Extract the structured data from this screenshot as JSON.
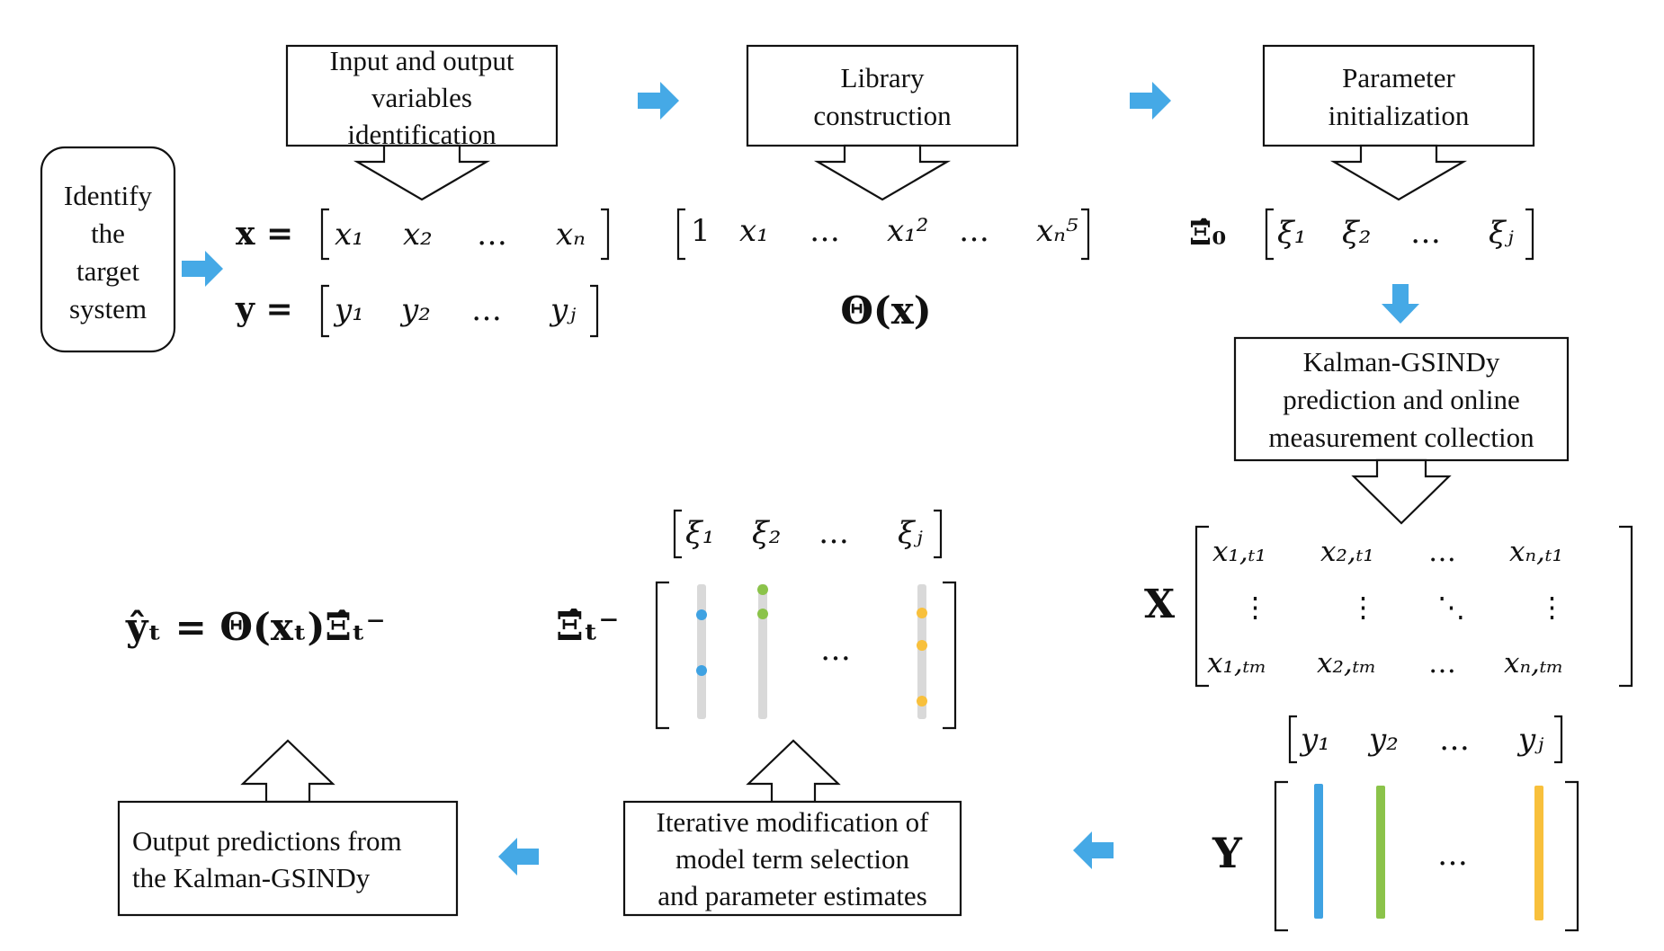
{
  "colors": {
    "arrow_blue": "#45a9e6",
    "series_blue": "#3fa2e2",
    "series_green": "#8bc34a",
    "series_yellow": "#f8c03c",
    "bar_gray": "#d9d9d9"
  },
  "boxes": {
    "identify": [
      "Identify",
      "the",
      "target",
      "system"
    ],
    "io_ident": [
      "Input and output",
      "variables",
      "identification"
    ],
    "library": [
      "Library",
      "construction"
    ],
    "param_init": [
      "Parameter",
      "initialization"
    ],
    "kalman": [
      "Kalman-GSINDy",
      "prediction and online",
      "measurement collection"
    ],
    "iterative": [
      "Iterative modification of",
      "model term selection",
      "and parameter estimates"
    ],
    "output": [
      "Output predictions from",
      "the Kalman-GSINDy"
    ]
  },
  "math": {
    "x_vec_lhs": "x =",
    "x_vec_entries": [
      "x₁",
      "x₂",
      "…",
      "xₙ"
    ],
    "y_vec_lhs": "y =",
    "y_vec_entries": [
      "y₁",
      "y₂",
      "…",
      "yⱼ"
    ],
    "library_entries": [
      "1",
      "x₁",
      "…",
      "x₁²",
      "…",
      "xₙ⁵"
    ],
    "theta_label": "Θ(x)",
    "xi0_label": "Ξ̂₀",
    "xi0_entries": [
      "ξ₁",
      "ξ₂",
      "…",
      "ξⱼ"
    ],
    "X_label": "X",
    "X_row1": [
      "x₁,ₜ₁",
      "x₂,ₜ₁",
      "…",
      "xₙ,ₜ₁"
    ],
    "X_row2": [
      "⋮",
      "⋮",
      "⋱",
      "⋮"
    ],
    "X_row3": [
      "x₁,ₜₘ",
      "x₂,ₜₘ",
      "…",
      "xₙ,ₜₘ"
    ],
    "Y_label": "Y",
    "Y_header": [
      "y₁",
      "y₂",
      "…",
      "yⱼ"
    ],
    "Y_dots": "…",
    "xi_t_label": "Ξ̂ₜ⁻",
    "xi_t_header": [
      "ξ₁",
      "ξ₂",
      "…",
      "ξⱼ"
    ],
    "xi_t_dots": "…",
    "output_eq": "ŷₜ = Θ(xₜ)Ξ̂ₜ⁻"
  }
}
